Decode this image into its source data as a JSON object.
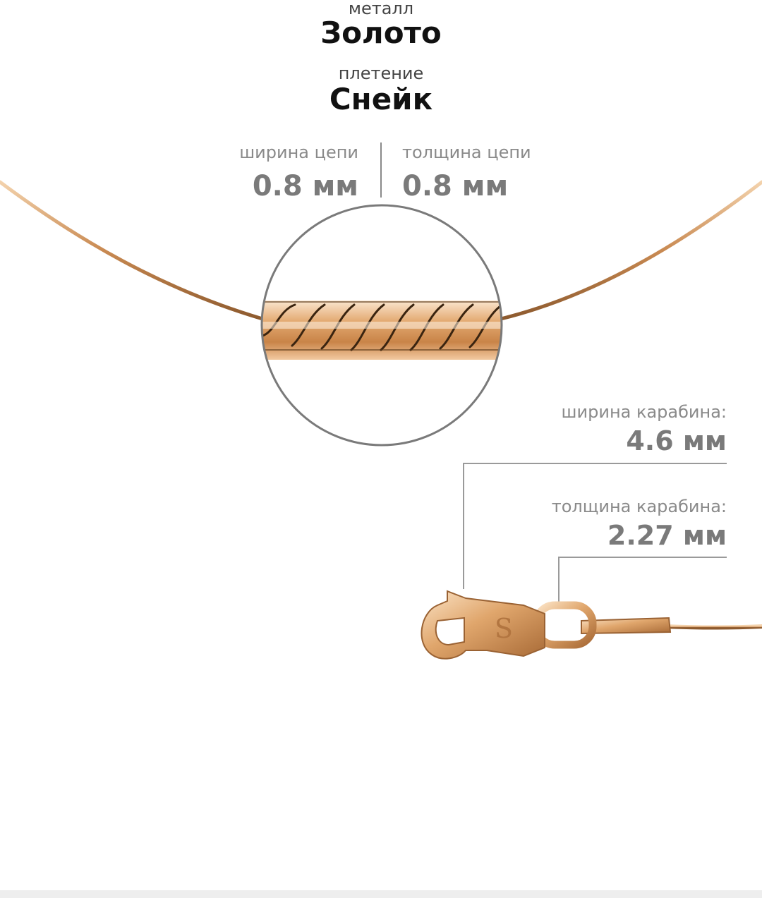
{
  "metal": {
    "label": "металл",
    "value": "Золото"
  },
  "weave": {
    "label": "плетение",
    "value": "Снейк"
  },
  "chain_width": {
    "label": "ширина цепи",
    "value": "0.8 мм"
  },
  "chain_thickness": {
    "label": "толщина цепи",
    "value": "0.8 мм"
  },
  "clasp_width": {
    "label": "ширина карабина:",
    "value": "4.6 мм"
  },
  "clasp_thickness": {
    "label": "толщина карабина:",
    "value": "2.27 мм"
  },
  "clasp_logo": {
    "letter": "S"
  },
  "colors": {
    "gold": "#d9a06a",
    "gold_dark": "#9a6233",
    "gold_light": "#f6dcc0",
    "leader_line": "#9a9a9a",
    "circle_outline": "#7a7a7a"
  }
}
